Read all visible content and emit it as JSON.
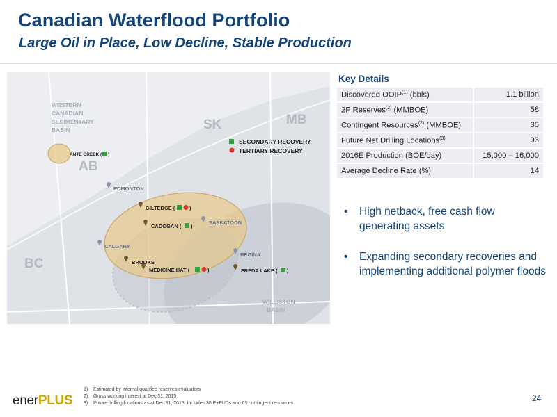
{
  "title": "Canadian Waterflood Portfolio",
  "subtitle": "Large Oil in Place, Low Decline, Stable Production",
  "map": {
    "regions": {
      "wcsb_line1": "WESTERN",
      "wcsb_line2": "CANADIAN",
      "wcsb_line3": "SEDIMENTARY",
      "wcsb_line4": "BASIN",
      "williston_line1": "WILLISTON",
      "williston_line2": "BASIN"
    },
    "provinces": {
      "ab": "AB",
      "sk": "SK",
      "mb": "MB",
      "bc": "BC"
    },
    "legend": {
      "secondary": "SECONDARY RECOVERY",
      "tertiary": "TERTIARY RECOVERY"
    },
    "cities": {
      "edmonton": "EDMONTON",
      "calgary": "CALGARY",
      "saskatoon": "SASKATOON",
      "regina": "REGINA"
    },
    "assets": {
      "ante_creek": "ANTE CREEK (",
      "giltedge": "GILTEDGE (",
      "cadogan": "CADOGAN (",
      "brooks": "BROOKS",
      "medicine_hat": "MEDICINE HAT (",
      "freda_lake": "FREDA LAKE (",
      "close_paren": ")"
    },
    "colors": {
      "secondary": "#2f9e3d",
      "tertiary": "#d9332c",
      "asset_fill": "#e8c98a",
      "basin_fill": "#c7ccd4"
    }
  },
  "key_details": {
    "title": "Key Details",
    "rows": [
      {
        "label": "Discovered OOIP",
        "note": "(1)",
        "unit": " (bbls)",
        "value": "1.1 billion"
      },
      {
        "label": "2P Reserves",
        "note": "(2)",
        "unit": " (MMBOE)",
        "value": "58"
      },
      {
        "label": "Contingent Resources",
        "note": "(2)",
        "unit": " (MMBOE)",
        "value": "35"
      },
      {
        "label": "Future Net Drilling Locations",
        "note": "(3)",
        "unit": "",
        "value": "93"
      },
      {
        "label": "2016E Production (BOE/day)",
        "note": "",
        "unit": "",
        "value": "15,000 – 16,000"
      },
      {
        "label": "Average Decline Rate (%)",
        "note": "",
        "unit": "",
        "value": "14"
      }
    ]
  },
  "bullets": {
    "marker": "•",
    "items": [
      "High netback, free cash flow generating assets",
      "Expanding secondary recoveries and implementing additional polymer floods"
    ]
  },
  "footer": {
    "logo_part1": "ener",
    "logo_part2": "PLUS",
    "footnotes": [
      {
        "num": "1)",
        "text": "Estimated by internal qualified reserves evaluators"
      },
      {
        "num": "2)",
        "text": "Gross working interest at Dec 31, 2015"
      },
      {
        "num": "3)",
        "text": "Future drilling locations as at Dec 31, 2015. Includes 30 P+PUDs and 63 contingent resources"
      }
    ],
    "page_number": "24"
  }
}
